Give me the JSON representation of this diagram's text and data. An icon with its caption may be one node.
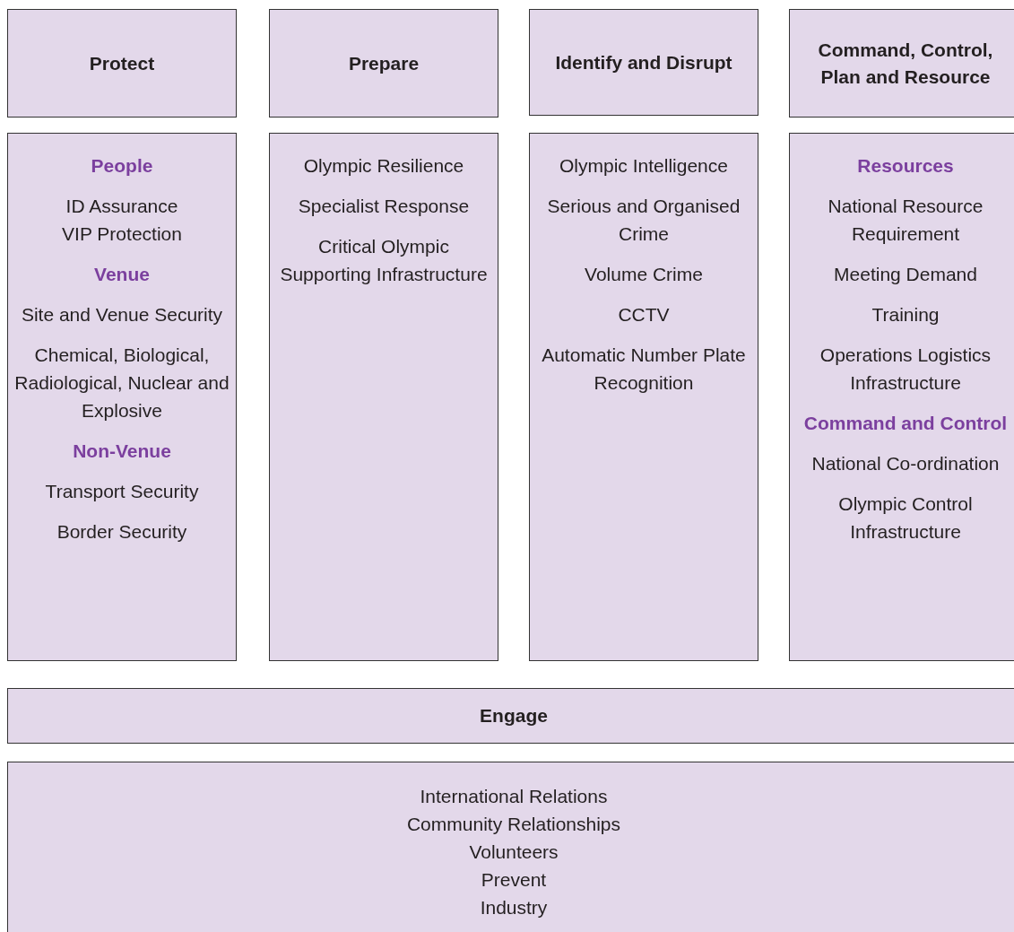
{
  "diagram": {
    "nodes": [
      {
        "text": [
          "Protect"
        ]
      },
      {
        "text": [
          "Prepare"
        ]
      },
      {
        "text": [
          "Identify and Disrupt"
        ]
      },
      {
        "text": [
          "Command, Control, Plan and Resource"
        ]
      },
      {
        "text": [
          "People",
          "ID Assurance",
          "VIP Protection",
          "Venue",
          "Site and Venue Security",
          "Chemical, Biological, Radiological, Nuclear and Explosive",
          "Non-Venue",
          "Transport Security",
          "Border Security"
        ]
      },
      {
        "text": [
          "Olympic Resilience",
          "Specialist Response",
          "Critical Olympic Supporting Infrastructure"
        ]
      },
      {
        "text": [
          "Olympic Intelligence",
          "Serious and Organised Crime",
          "Volume Crime",
          "CCTV",
          "Automatic Number Plate Recognition"
        ]
      },
      {
        "text": [
          "Resources",
          "National Resource Requirement",
          "Meeting Demand",
          "Training",
          "Operations Logistics Infrastructure",
          "Command and Control",
          "National Co-ordination",
          "Olympic Control Infrastructure"
        ]
      },
      {
        "text": [
          "Engage"
        ]
      },
      {
        "text": [
          "International Relations",
          "Community Relationships",
          "Volunteers",
          "Prevent",
          "Industry"
        ]
      }
    ],
    "edges": []
  }
}
